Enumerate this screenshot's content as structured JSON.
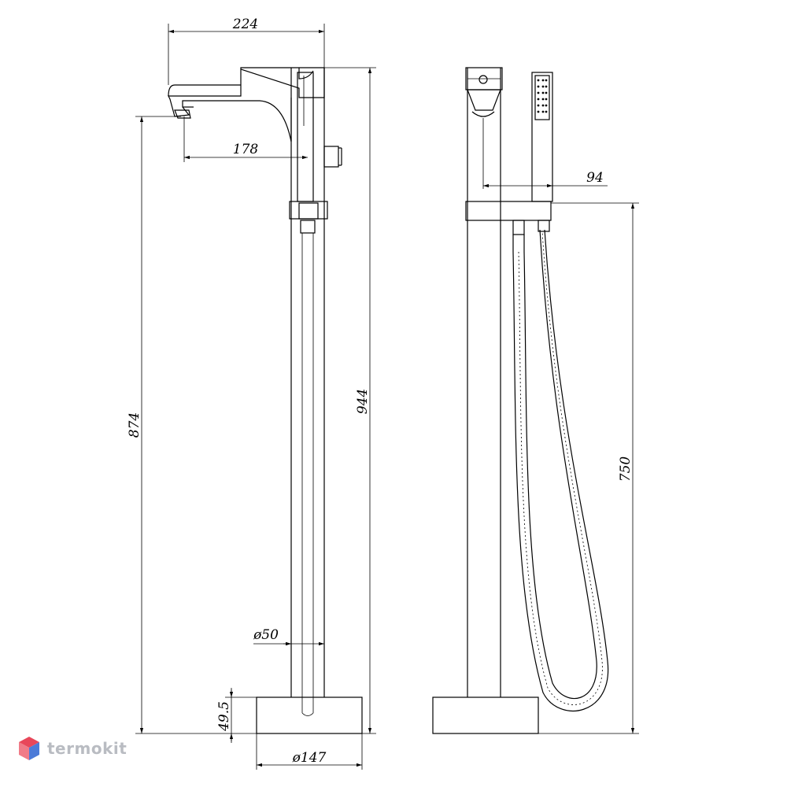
{
  "dimensions": {
    "spout_reach_total": "224",
    "spout_reach": "178",
    "spout_height": "874",
    "overall_height": "944",
    "pipe_diameter": "ø50",
    "base_height": "49.5",
    "base_diameter": "ø147",
    "handshower_offset": "94",
    "holder_height": "750"
  },
  "brand": {
    "logo_text": "termokit"
  },
  "colors": {
    "line": "#000000",
    "logo_red": "#e8475a",
    "logo_blue": "#4c7bd8",
    "logo_text": "#b9bcc2"
  }
}
